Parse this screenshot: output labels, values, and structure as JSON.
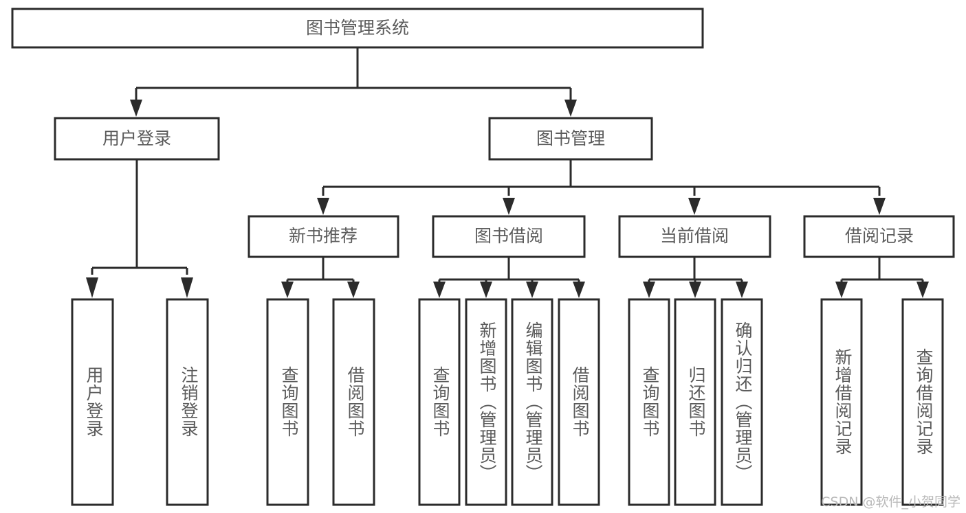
{
  "diagram": {
    "type": "tree-hierarchy-flowchart",
    "orientation": "top-down",
    "root": {
      "id": "root",
      "label": "图书管理系统"
    },
    "level2": [
      {
        "id": "user-login",
        "label": "用户登录"
      },
      {
        "id": "book-manage",
        "label": "图书管理"
      }
    ],
    "level3": [
      {
        "id": "new-book-rec",
        "label": "新书推荐",
        "parent": "book-manage"
      },
      {
        "id": "book-borrow",
        "label": "图书借阅",
        "parent": "book-manage"
      },
      {
        "id": "current-borrow",
        "label": "当前借阅",
        "parent": "book-manage"
      },
      {
        "id": "borrow-record",
        "label": "借阅记录",
        "parent": "book-manage"
      }
    ],
    "leaves": {
      "user-login": [
        {
          "id": "leaf-user-login",
          "label": "用户登录"
        },
        {
          "id": "leaf-logout",
          "label": "注销登录"
        }
      ],
      "new-book-rec": [
        {
          "id": "leaf-query-book-1",
          "label": "查询图书"
        },
        {
          "id": "leaf-borrow-book-1",
          "label": "借阅图书"
        }
      ],
      "book-borrow": [
        {
          "id": "leaf-query-book-2",
          "label": "查询图书"
        },
        {
          "id": "leaf-add-book",
          "label": "新增图书（管理员）"
        },
        {
          "id": "leaf-edit-book",
          "label": "编辑图书（管理员）"
        },
        {
          "id": "leaf-borrow-book-2",
          "label": "借阅图书"
        }
      ],
      "current-borrow": [
        {
          "id": "leaf-query-book-3",
          "label": "查询图书"
        },
        {
          "id": "leaf-return-book",
          "label": "归还图书"
        },
        {
          "id": "leaf-confirm-return",
          "label": "确认归还（管理员）"
        }
      ],
      "borrow-record": [
        {
          "id": "leaf-add-record",
          "label": "新增借阅记录"
        },
        {
          "id": "leaf-query-record",
          "label": "查询借阅记录"
        }
      ]
    },
    "colors": {
      "box_stroke": "#2b2b2b",
      "box_fill": "#ffffff",
      "text": "#5b5b5b",
      "connector": "#2b2b2b",
      "watermark": "#b9b9b9",
      "background": "#ffffff"
    }
  },
  "watermark": {
    "text": "CSDN @软件_小贺同学"
  }
}
